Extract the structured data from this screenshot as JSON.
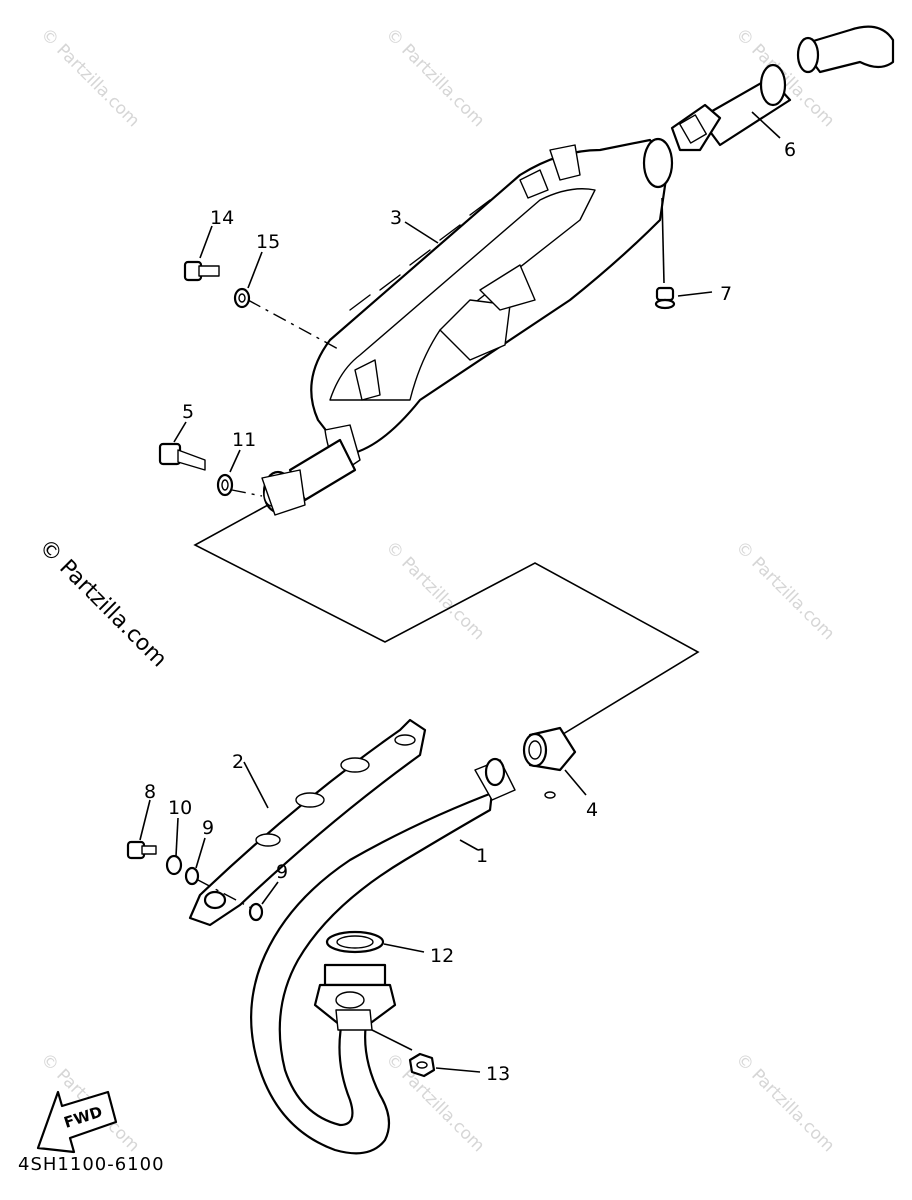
{
  "diagram_code": "4SH1100-6100",
  "watermark_text": "© Partzilla.com",
  "fwd_label": "FWD",
  "callouts": {
    "p1": "1",
    "p2": "2",
    "p3": "3",
    "p4": "4",
    "p5": "5",
    "p6": "6",
    "p7": "7",
    "p8": "8",
    "p9a": "9",
    "p9b": "9",
    "p10": "10",
    "p11": "11",
    "p12": "12",
    "p13": "13",
    "p14": "14",
    "p15": "15"
  }
}
